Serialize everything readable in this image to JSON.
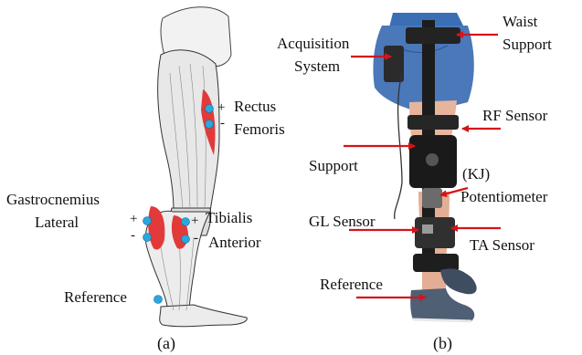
{
  "panel_a": {
    "labels": {
      "rectus": "Rectus",
      "femoris": "Femoris",
      "gastrocnemius": "Gastrocnemius",
      "lateral": "Lateral",
      "tibialis": "Tibialis",
      "anterior": "Anterior",
      "reference": "Reference"
    },
    "signs": {
      "plus": "+",
      "minus": "-"
    },
    "caption": "(a)"
  },
  "panel_b": {
    "labels": {
      "waist_1": "Waist",
      "waist_2": "Support",
      "acq_1": "Acquisition",
      "acq_2": "System",
      "rf_sensor": "RF Sensor",
      "support": "Support",
      "kj": "(KJ)",
      "potentiometer": "Potentiometer",
      "gl_sensor": "GL Sensor",
      "ta_sensor": "TA Sensor",
      "reference": "Reference"
    },
    "caption": "(b)"
  },
  "colors": {
    "muscle": "#e23a3a",
    "electrode": "#2aa7dd",
    "arrow": "#d4141a",
    "denim": "#4a78b8",
    "orthosis": "#1c1c1c",
    "shoe": "#4f5f74"
  }
}
